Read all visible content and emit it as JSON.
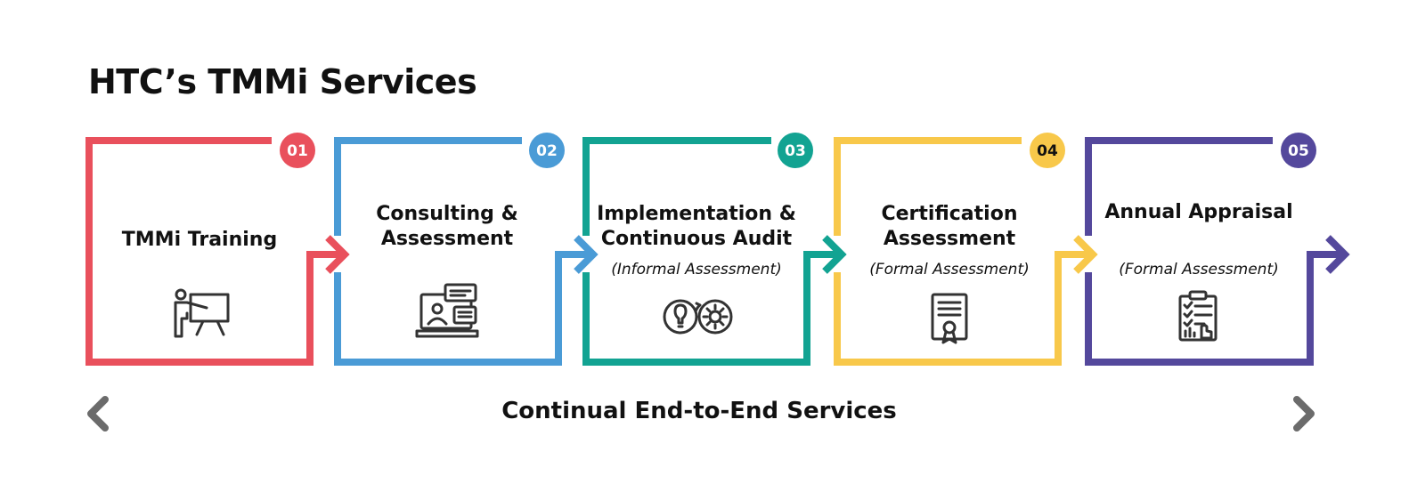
{
  "title": "HTC’s TMMi Services",
  "steps": [
    {
      "number": "01",
      "title": "TMMi Training",
      "subtitle": "",
      "color": "#E9505C",
      "icon": "presenter-board-icon"
    },
    {
      "number": "02",
      "title": "Consulting & Assessment",
      "subtitle": "",
      "color": "#4A9BD6",
      "icon": "video-consultation-icon"
    },
    {
      "number": "03",
      "title": "Implementation & Continuous Audit",
      "subtitle": "(Informal Assessment)",
      "color": "#12A392",
      "icon": "idea-gear-cycle-icon"
    },
    {
      "number": "04",
      "title": "Certification Assessment",
      "subtitle": "(Formal Assessment)",
      "color": "#F8C84A",
      "icon": "certificate-icon"
    },
    {
      "number": "05",
      "title": "Annual Appraisal",
      "subtitle": "(Formal Assessment)",
      "color": "#54489C",
      "icon": "clipboard-checklist-icon"
    }
  ],
  "footer": "Continual End-to-End Services"
}
